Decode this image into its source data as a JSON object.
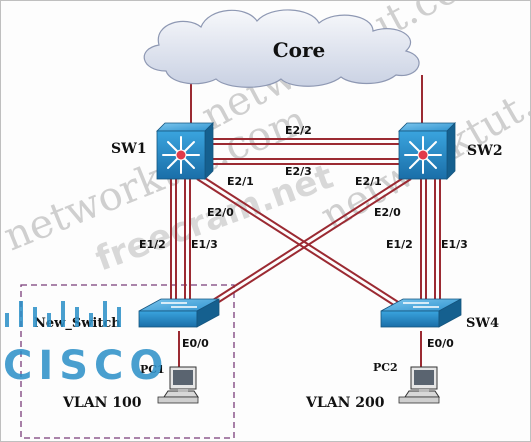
{
  "nodes": {
    "core": "Core",
    "sw1": "SW1",
    "sw2": "SW2",
    "new_switch": "New_Switch",
    "sw4": "SW4",
    "pc1": "PC1",
    "pc2": "PC2"
  },
  "vlans": {
    "left": "VLAN 100",
    "right": "VLAN 200"
  },
  "ports": {
    "sw_top_1": "E2/2",
    "sw_top_2": "E2/3",
    "sw1_e21": "E2/1",
    "sw1_e20": "E2/0",
    "sw2_e21": "E2/1",
    "sw2_e20": "E2/0",
    "ns_e12": "E1/2",
    "ns_e13": "E1/3",
    "sw4_e12": "E1/2",
    "sw4_e13": "E1/3",
    "ns_e00": "E0/0",
    "sw4_e00": "E0/0"
  },
  "watermarks": {
    "a": "networktut.com",
    "b": "freecram.net",
    "c": "networktut.com",
    "d": "networktut.com"
  },
  "logo": {
    "text": "CISCO"
  },
  "colors": {
    "link": "#9b2a32",
    "switch_blue": "#1f86c4",
    "dashed_box": "#7a3d7a",
    "cloud": "#dde3ef"
  }
}
